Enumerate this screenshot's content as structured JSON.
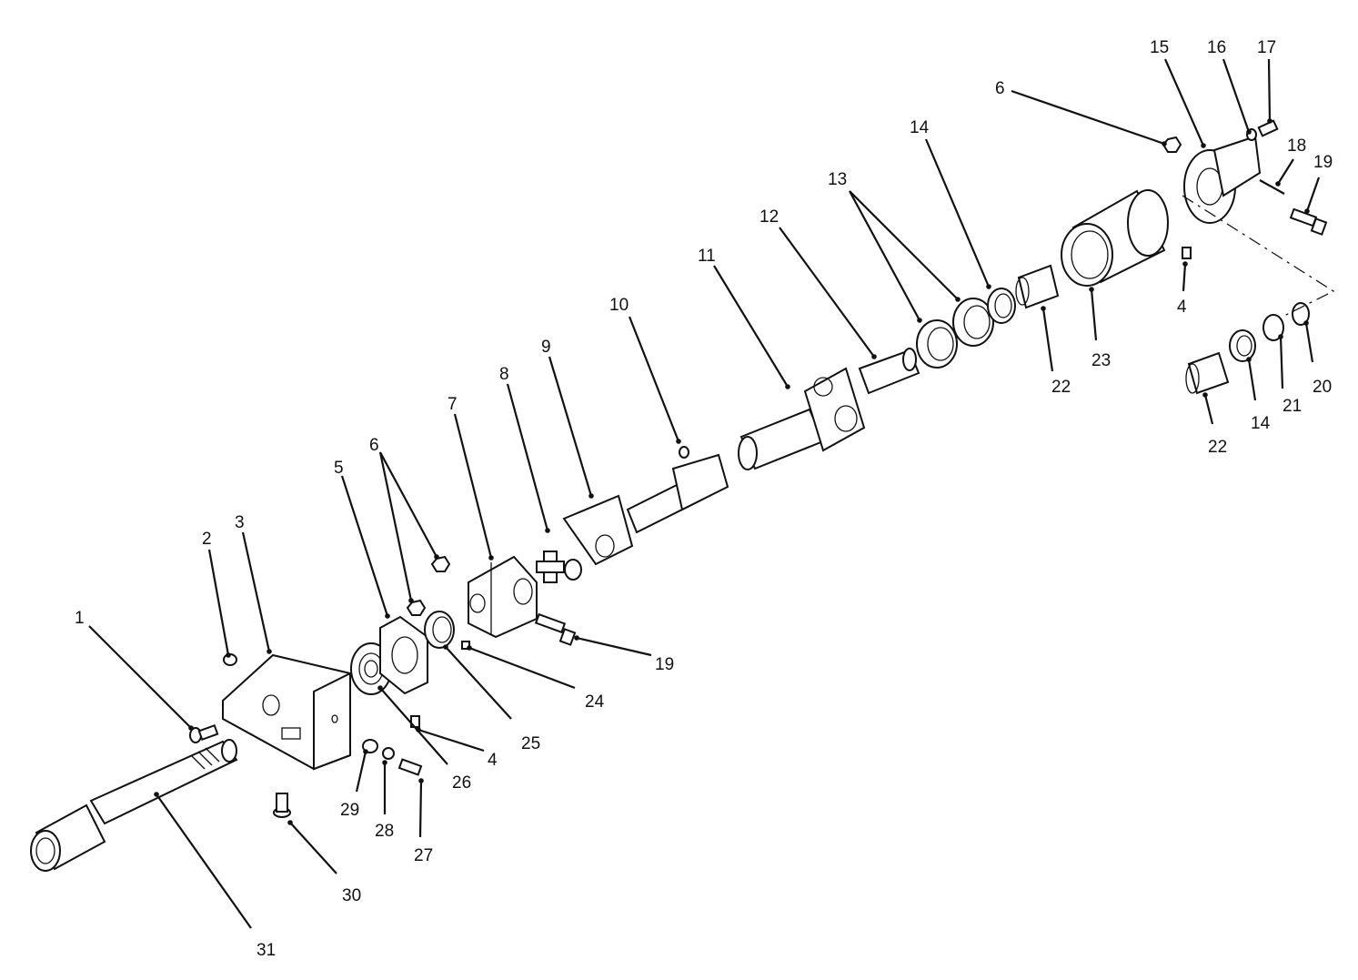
{
  "callouts": [
    {
      "id": "c1",
      "text": "1"
    },
    {
      "id": "c2",
      "text": "2"
    },
    {
      "id": "c3",
      "text": "3"
    },
    {
      "id": "c4a",
      "text": "4"
    },
    {
      "id": "c4b",
      "text": "4"
    },
    {
      "id": "c5",
      "text": "5"
    },
    {
      "id": "c6a",
      "text": "6"
    },
    {
      "id": "c6b",
      "text": "6"
    },
    {
      "id": "c7",
      "text": "7"
    },
    {
      "id": "c8",
      "text": "8"
    },
    {
      "id": "c9",
      "text": "9"
    },
    {
      "id": "c10",
      "text": "10"
    },
    {
      "id": "c11",
      "text": "11"
    },
    {
      "id": "c12",
      "text": "12"
    },
    {
      "id": "c13",
      "text": "13"
    },
    {
      "id": "c14a",
      "text": "14"
    },
    {
      "id": "c14b",
      "text": "14"
    },
    {
      "id": "c15",
      "text": "15"
    },
    {
      "id": "c16",
      "text": "16"
    },
    {
      "id": "c17",
      "text": "17"
    },
    {
      "id": "c18",
      "text": "18"
    },
    {
      "id": "c19a",
      "text": "19"
    },
    {
      "id": "c19b",
      "text": "19"
    },
    {
      "id": "c20",
      "text": "20"
    },
    {
      "id": "c21",
      "text": "21"
    },
    {
      "id": "c22a",
      "text": "22"
    },
    {
      "id": "c22b",
      "text": "22"
    },
    {
      "id": "c23",
      "text": "23"
    },
    {
      "id": "c24",
      "text": "24"
    },
    {
      "id": "c25",
      "text": "25"
    },
    {
      "id": "c26",
      "text": "26"
    },
    {
      "id": "c27",
      "text": "27"
    },
    {
      "id": "c28",
      "text": "28"
    },
    {
      "id": "c29",
      "text": "29"
    },
    {
      "id": "c30",
      "text": "30"
    },
    {
      "id": "c31",
      "text": "31"
    }
  ]
}
